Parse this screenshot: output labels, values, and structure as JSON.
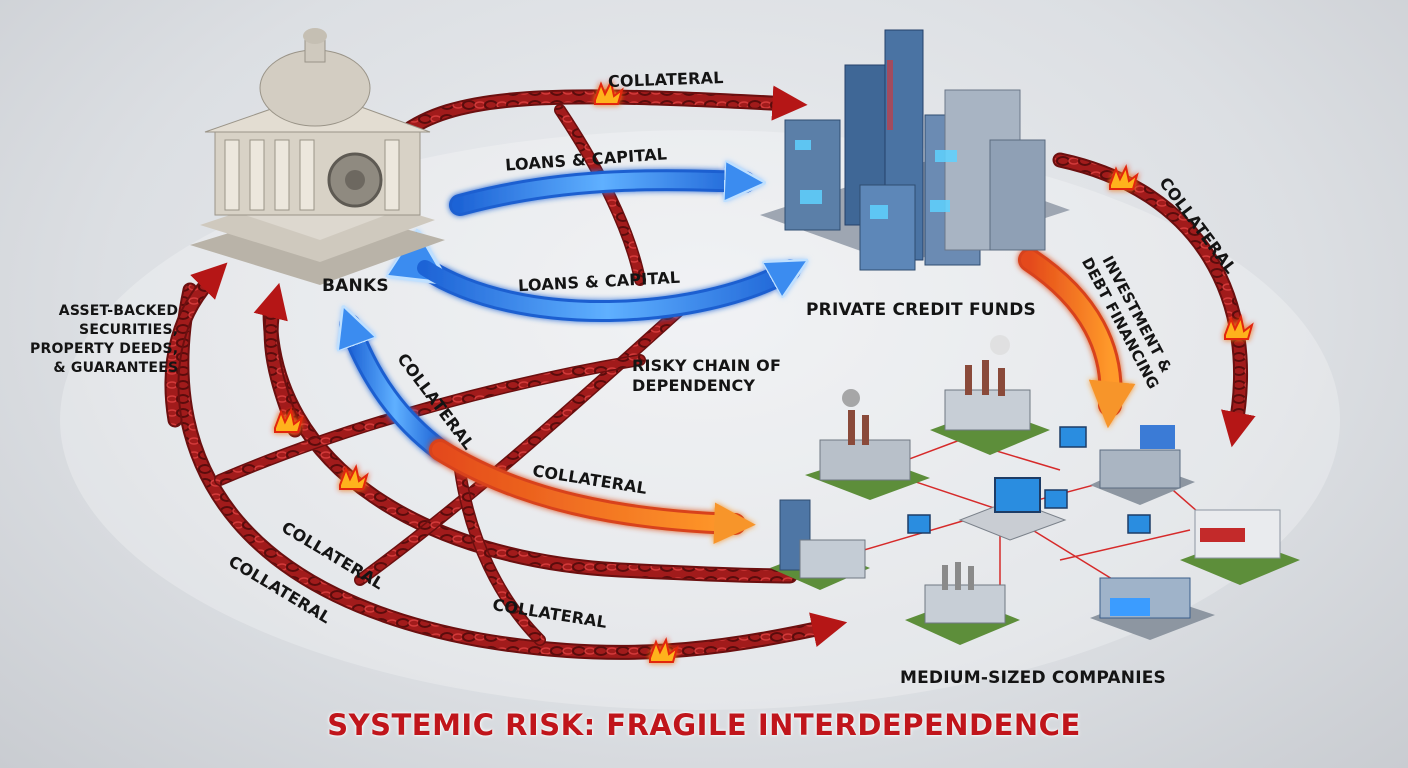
{
  "title": "SYSTEMIC RISK: FRAGILE INTERDEPENDENCE",
  "nodes": {
    "banks": "BANKS",
    "funds": "PRIVATE CREDIT FUNDS",
    "companies": "MEDIUM-SIZED COMPANIES"
  },
  "labels": {
    "collateral": "COLLATERAL",
    "loans_capital": "LOANS & CAPITAL",
    "investment": "INVESTMENT &\nDEBT FINANCING",
    "risky_chain": "RISKY CHAIN OF\nDEPENDENCY",
    "asset_backed": "ASSET-BACKED\nSECURITIES,\nPROPERTY DEEDS,\n& GUARANTEES"
  },
  "colors": {
    "chain": "#9b1a1a",
    "loan_arrow": "#3d8ef0",
    "investment_arrow": "#f5921e",
    "title_red": "#c0151b"
  }
}
